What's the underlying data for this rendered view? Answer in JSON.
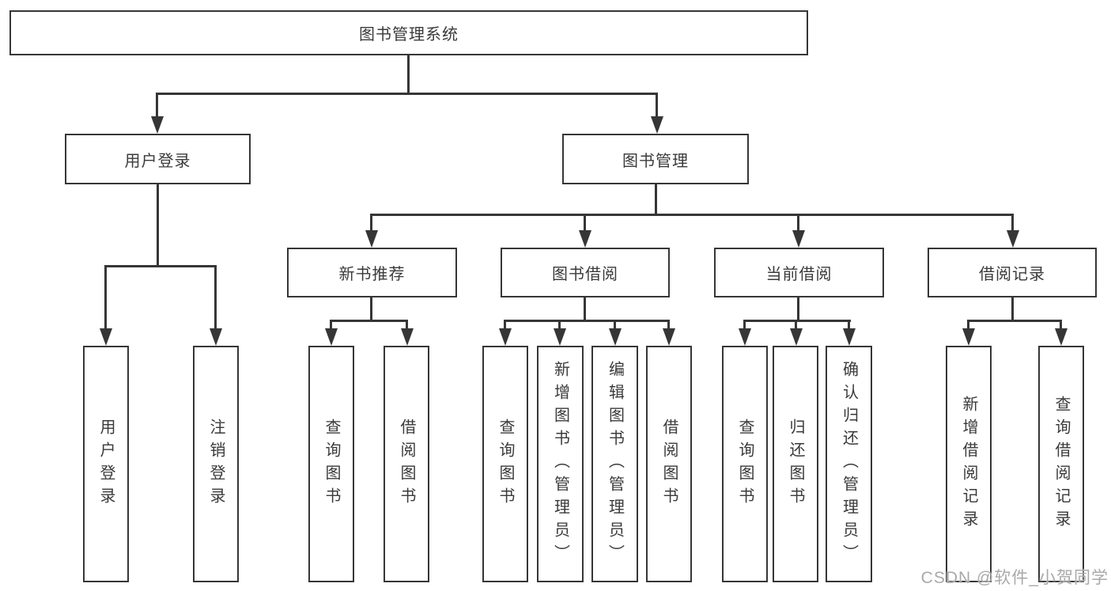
{
  "diagram_type": "hierarchy-tree",
  "colors": {
    "line": "#363636",
    "box_border": "#363636",
    "box_background": "#ffffff",
    "text": "#3a3a3a",
    "watermark": "#a9a9a9",
    "page_background": "#ffffff"
  },
  "nodes": {
    "root": "图书管理系统",
    "user_login": "用户登录",
    "book_mgmt": "图书管理",
    "new_book_rec": "新书推荐",
    "book_borrow": "图书借阅",
    "current_borrow": "当前借阅",
    "borrow_records": "借阅记录",
    "leaf_login": "用户登录",
    "leaf_logout": "注销登录",
    "leaf_rec_query": "查询图书",
    "leaf_rec_borrow": "借阅图书",
    "leaf_bb_query": "查询图书",
    "leaf_bb_add": "新增图书（管理员）",
    "leaf_bb_edit": "编辑图书（管理员）",
    "leaf_bb_borrow": "借阅图书",
    "leaf_cb_query": "查询图书",
    "leaf_cb_return": "归还图书",
    "leaf_cb_confirm": "确认归还（管理员）",
    "leaf_br_add": "新增借阅记录",
    "leaf_br_query": "查询借阅记录"
  },
  "watermark": "CSDN @软件_小贺同学"
}
